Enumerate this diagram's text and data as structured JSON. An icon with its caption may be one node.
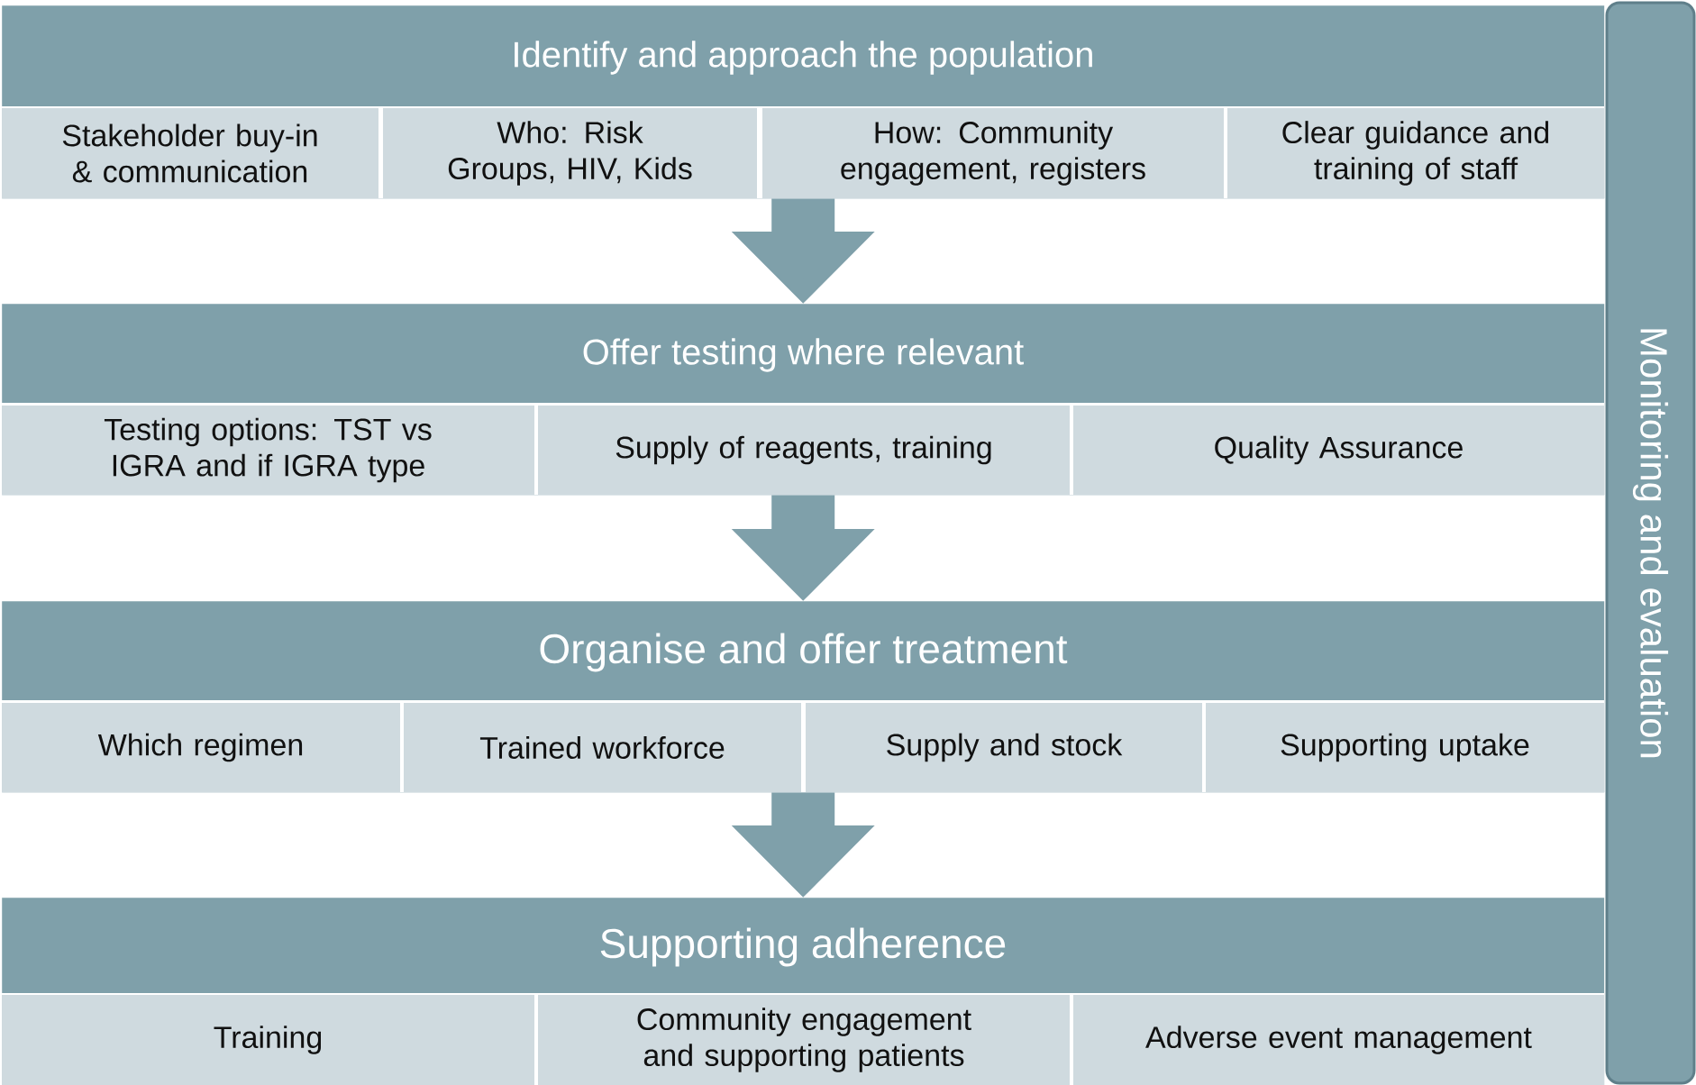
{
  "diagram": {
    "nodes": [
      {
        "text": [
          "Identify and approach the population"
        ]
      },
      {
        "text": [
          "Stakeholder buy-in & communication"
        ],
        "in": 0
      },
      {
        "text": [
          "Who: Risk Groups, HIV, Kids"
        ],
        "in": 0
      },
      {
        "text": [
          "How: Community engagement, registers"
        ],
        "in": 0
      },
      {
        "text": [
          "Clear guidance and training of staff"
        ],
        "in": 0
      },
      {
        "text": [
          "Offer testing where relevant"
        ]
      },
      {
        "text": [
          "Testing options: TST vs IGRA and if IGRA type"
        ],
        "in": 5
      },
      {
        "text": [
          "Supply of reagents, training"
        ],
        "in": 5
      },
      {
        "text": [
          "Quality Assurance"
        ],
        "in": 5
      },
      {
        "text": [
          "Organise and offer treatment"
        ]
      },
      {
        "text": [
          "Which regimen"
        ],
        "in": 9
      },
      {
        "text": [
          "Trained workforce"
        ],
        "in": 9
      },
      {
        "text": [
          "Supply and stock"
        ],
        "in": 9
      },
      {
        "text": [
          "Supporting uptake"
        ],
        "in": 9
      },
      {
        "text": [
          "Supporting adherence"
        ]
      },
      {
        "text": [
          "Training"
        ],
        "in": 14
      },
      {
        "text": [
          "Community engagement and supporting patients"
        ],
        "in": 14
      },
      {
        "text": [
          "Adverse event management"
        ],
        "in": 14
      },
      {
        "text": [
          "Monitoring and evaluation"
        ]
      }
    ],
    "edges": [
      {
        "from": 0,
        "to": 5,
        "arrow": "to"
      },
      {
        "from": 5,
        "to": 9,
        "arrow": "to"
      },
      {
        "from": 9,
        "to": 14,
        "arrow": "to"
      }
    ]
  }
}
